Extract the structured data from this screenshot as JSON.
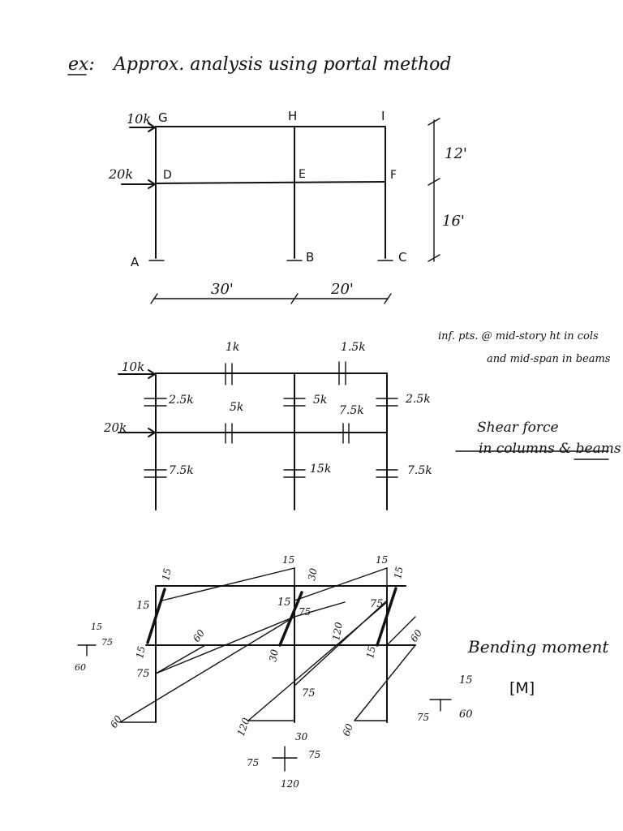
{
  "title": {
    "prefix": "ex:",
    "text": "Approx. analysis using portal method"
  },
  "frame": {
    "nodes": [
      "G",
      "H",
      "I",
      "D",
      "E",
      "F",
      "A",
      "B",
      "C"
    ],
    "loads": [
      "10k",
      "20k"
    ],
    "heights": [
      "12'",
      "16'"
    ],
    "spans": [
      "30'",
      "20'"
    ]
  },
  "shear": {
    "note_line1": "inf. pts. @ mid-story ht in cols",
    "note_line2": "and mid-span in beams",
    "label_line1": "Shear force",
    "label_line2": "in columns & beams",
    "loads": [
      "10k",
      "20k"
    ],
    "beam_top": [
      "1k",
      "1.5k"
    ],
    "beam_mid": [
      "5k",
      "7.5k"
    ],
    "col_upper": [
      "2.5k",
      "5k",
      "2.5k"
    ],
    "col_lower": [
      "7.5k",
      "15k",
      "7.5k"
    ]
  },
  "moment": {
    "label_line1": "Bending moment",
    "label_line2": "[M]",
    "values": {
      "top_left_col": "15",
      "top_left_beam": "15",
      "top_mid_beam_left": "15",
      "top_mid_col": "30",
      "top_right_beam": "15",
      "top_right_col": "15",
      "mid_left_col_top": "15",
      "mid_mid_col_top": "15",
      "mid_right_col_top": "75",
      "mid_75a": "75",
      "left_col_d": "15",
      "left_beam_d": "60",
      "left_col_d2": "75",
      "mid_beam_30": "30",
      "mid_beam_120": "120",
      "right_col_15": "15",
      "right_beam_60": "60",
      "mid_col_75": "75",
      "base_left": "60",
      "base_mid": "120",
      "base_right": "60"
    },
    "joint_left": [
      "15",
      "75",
      "60"
    ],
    "joint_right": [
      "15",
      "75",
      "60"
    ],
    "joint_center": [
      "30",
      "75",
      "75",
      "120"
    ]
  }
}
